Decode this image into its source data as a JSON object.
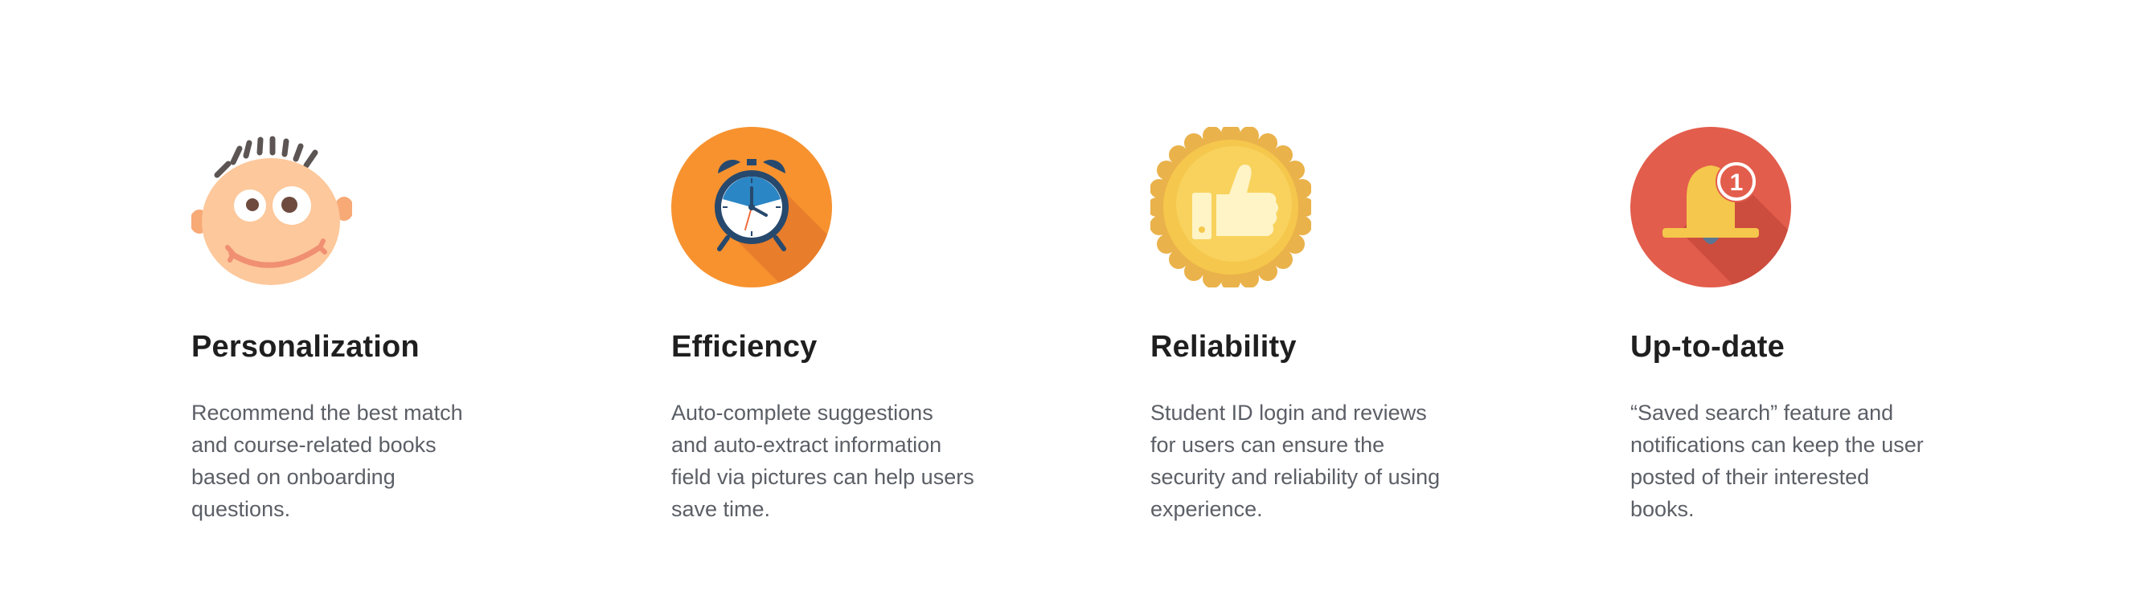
{
  "features": [
    {
      "icon": "smiling-face-icon",
      "title": "Personalization",
      "description_lines": [
        "Recommend the best match",
        "and course-related books",
        "based on onboarding",
        "questions."
      ]
    },
    {
      "icon": "alarm-clock-icon",
      "title": "Efficiency",
      "description_lines": [
        "Auto-complete suggestions",
        "and auto-extract information",
        "field via pictures can help users",
        "save time."
      ]
    },
    {
      "icon": "thumbs-up-badge-icon",
      "title": "Reliability",
      "description_lines": [
        "Student ID login and reviews",
        "for users can ensure the",
        "security and reliability of using",
        "experience."
      ]
    },
    {
      "icon": "notification-bell-icon",
      "title": "Up-to-date",
      "badge_count": "1",
      "description_lines": [
        "“Saved search” feature and",
        "notifications can keep the user",
        "posted of their interested",
        "books."
      ]
    }
  ],
  "colors": {
    "title": "#1f1f1f",
    "body_text": "#5b5f66",
    "face_skin": "#fdc89b",
    "clock_circle": "#f7922f",
    "badge_gold": "#f5c74c",
    "bell_circle": "#e35d4c"
  }
}
